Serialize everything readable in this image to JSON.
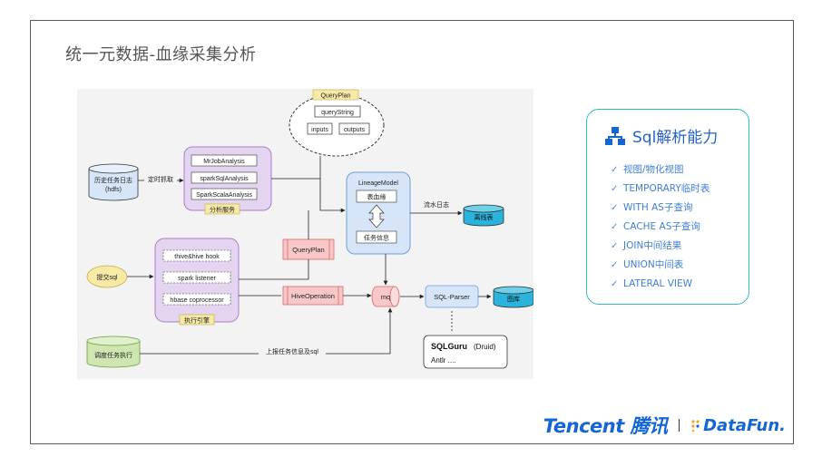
{
  "slide": {
    "title": "统一元数据-血缘采集分析"
  },
  "diagram": {
    "query_plan_cloud": {
      "title": "QueryPlan",
      "query_string": "queryString",
      "inputs": "inputs",
      "outputs": "outputs"
    },
    "history_logs": "历史任务日志",
    "history_logs_sub": "(hdfs)",
    "timed_fetch": "定时抓取",
    "analysis_service": {
      "label": "分析服务",
      "items": [
        "MrJobAnalysis",
        "sparkSqlAnalysis",
        "SparkScalaAnalysis"
      ]
    },
    "lineage_model": {
      "title": "LineageModel",
      "table_lineage": "表血缘",
      "task_info": "任务信息"
    },
    "stream_log": "流水日志",
    "offline_table": "离线表",
    "submit_sql": "提交sql",
    "exec_engine": {
      "label": "执行引擎",
      "items": [
        "thive&hive hook",
        "spark listener",
        "hbase coprocessor"
      ]
    },
    "query_plan_queue": "QueryPlan",
    "hive_operation": "HiveOperation",
    "mq": "mq",
    "sql_parser": "SQL-Parser",
    "graph_db": "图库",
    "sqlguru": {
      "name": "SQLGuru",
      "druid": "(Druid)",
      "antlr": "Antlr ...."
    },
    "schedule_exec": "调度任务执行",
    "report_task": "上报任务信息及sql"
  },
  "capability": {
    "title": "Sql解析能力",
    "icon": "hierarchy-icon",
    "items": [
      "视图/物化视图",
      "TEMPORARY临时表",
      "WITH AS子查询",
      "CACHE AS子查询",
      "JOIN中间结果",
      "UNION中间表",
      "LATERAL VIEW"
    ]
  },
  "brand": {
    "tencent": "Tencent",
    "tencent_cn": "腾讯",
    "datafun": "DataFun."
  },
  "colors": {
    "accent_blue": "#1466d6",
    "capability_border": "#36b7c4",
    "purple_fill": "#e3d4ef",
    "purple_border": "#a77fc4",
    "green_fill": "#cfe6b3",
    "green_border": "#6a9c3a",
    "pink_fill": "#f8c8c8",
    "pink_border": "#d96868",
    "lightblue_fill": "#d6e6f8",
    "lightblue_border": "#6f9fd8",
    "cyan_fill": "#2ab4dc"
  }
}
